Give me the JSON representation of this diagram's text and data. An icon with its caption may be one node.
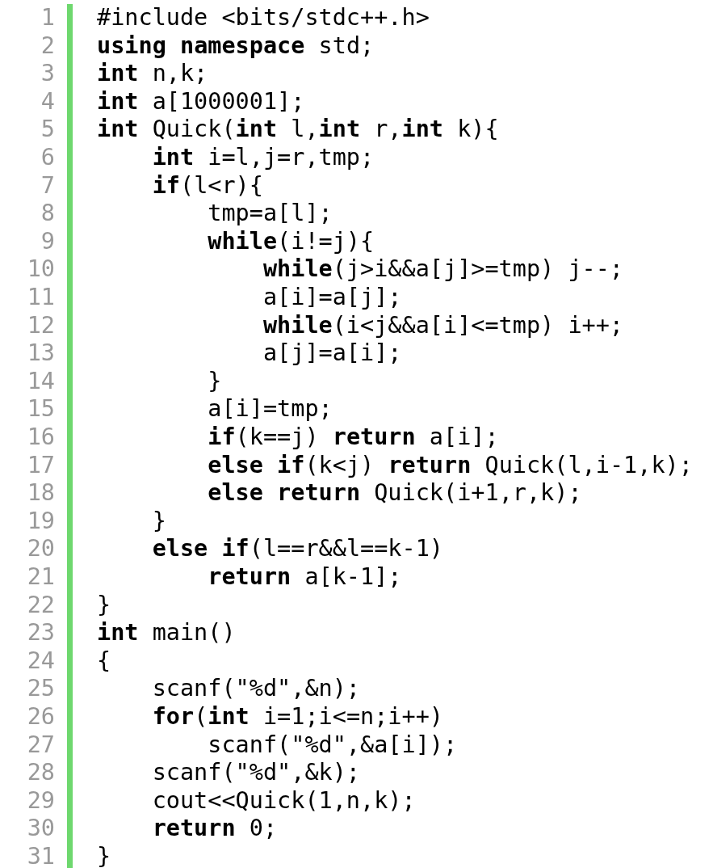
{
  "diagram": {
    "labels": [
      "1",
      "#include <bits/stdc++.h>",
      "2",
      "**using** **namespace** std;",
      "3",
      "**int** n,k;",
      "4",
      "**int** a[1000001];",
      "5",
      "**int** Quick(**int** l,**int** r,**int** k){",
      "6",
      "    **int** i=l,j=r,tmp;",
      "7",
      "    **if**(l<r){",
      "8",
      "        tmp=a[l];",
      "9",
      "        **while**(i!=j){",
      "10",
      "            **while**(j>i&&a[j]>=tmp) j--;",
      "11",
      "            a[i]=a[j];",
      "12",
      "            **while**(i<j&&a[i]<=tmp) i++;",
      "13",
      "            a[j]=a[i];",
      "14",
      "        }",
      "15",
      "        a[i]=tmp;",
      "16",
      "        **if**(k==j) **return** a[i];",
      "17",
      "        **else** **if**(k<j) **return** Quick(l,i-1,k);",
      "18",
      "        **else** **return** Quick(i+1,r,k);",
      "19",
      "    }",
      "20",
      "    **else** **if**(l==r&&l==k-1)",
      "21",
      "        **return** a[k-1];",
      "22",
      "}",
      "23",
      "**int** main()",
      "24",
      "{",
      "25",
      "    scanf(\"%d\",&n);",
      "26",
      "    **for**(**int** i=1;i<=n;i++)",
      "27",
      "        scanf(\"%d\",&a[i]);",
      "28",
      "    scanf(\"%d\",&k);",
      "29",
      "    cout<<Quick(1,n,k);",
      "30",
      "    **return** 0;",
      "31",
      "}"
    ]
  }
}
